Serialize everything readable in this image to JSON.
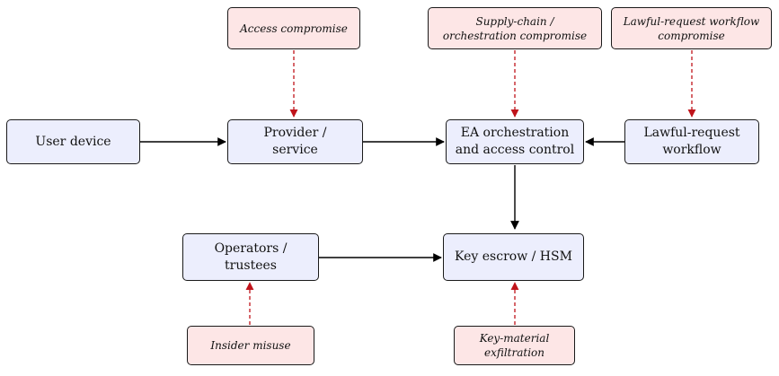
{
  "colors": {
    "component_fill": "#eceefd",
    "threat_fill": "#fde6e6",
    "border": "#1a1a1a",
    "flow_arrow": "#000000",
    "threat_arrow": "#c0141b"
  },
  "components": {
    "user_device": [
      "User device"
    ],
    "provider_service": [
      "Provider /",
      "service"
    ],
    "ea_orchestration": [
      "EA orchestration",
      "and access control"
    ],
    "lawful_request": [
      "Lawful-request",
      "workflow"
    ],
    "operators_trustees": [
      "Operators /",
      "trustees"
    ],
    "key_escrow": [
      "Key escrow / HSM"
    ]
  },
  "threats": {
    "access_compromise": [
      "Access compromise"
    ],
    "supply_chain": [
      "Supply-chain /",
      "orchestration compromise"
    ],
    "lawful_request_compromise": [
      "Lawful-request workflow",
      "compromise"
    ],
    "insider_misuse": [
      "Insider misuse"
    ],
    "key_exfiltration": [
      "Key-material",
      "exfiltration"
    ]
  },
  "edges": [
    {
      "from": "user_device",
      "to": "provider_service",
      "kind": "flow"
    },
    {
      "from": "provider_service",
      "to": "ea_orchestration",
      "kind": "flow"
    },
    {
      "from": "lawful_request",
      "to": "ea_orchestration",
      "kind": "flow"
    },
    {
      "from": "ea_orchestration",
      "to": "key_escrow",
      "kind": "flow"
    },
    {
      "from": "operators_trustees",
      "to": "key_escrow",
      "kind": "flow"
    },
    {
      "from": "access_compromise",
      "to": "provider_service",
      "kind": "threat"
    },
    {
      "from": "supply_chain",
      "to": "ea_orchestration",
      "kind": "threat"
    },
    {
      "from": "lawful_request_compromise",
      "to": "lawful_request",
      "kind": "threat"
    },
    {
      "from": "insider_misuse",
      "to": "operators_trustees",
      "kind": "threat"
    },
    {
      "from": "key_exfiltration",
      "to": "key_escrow",
      "kind": "threat"
    }
  ]
}
